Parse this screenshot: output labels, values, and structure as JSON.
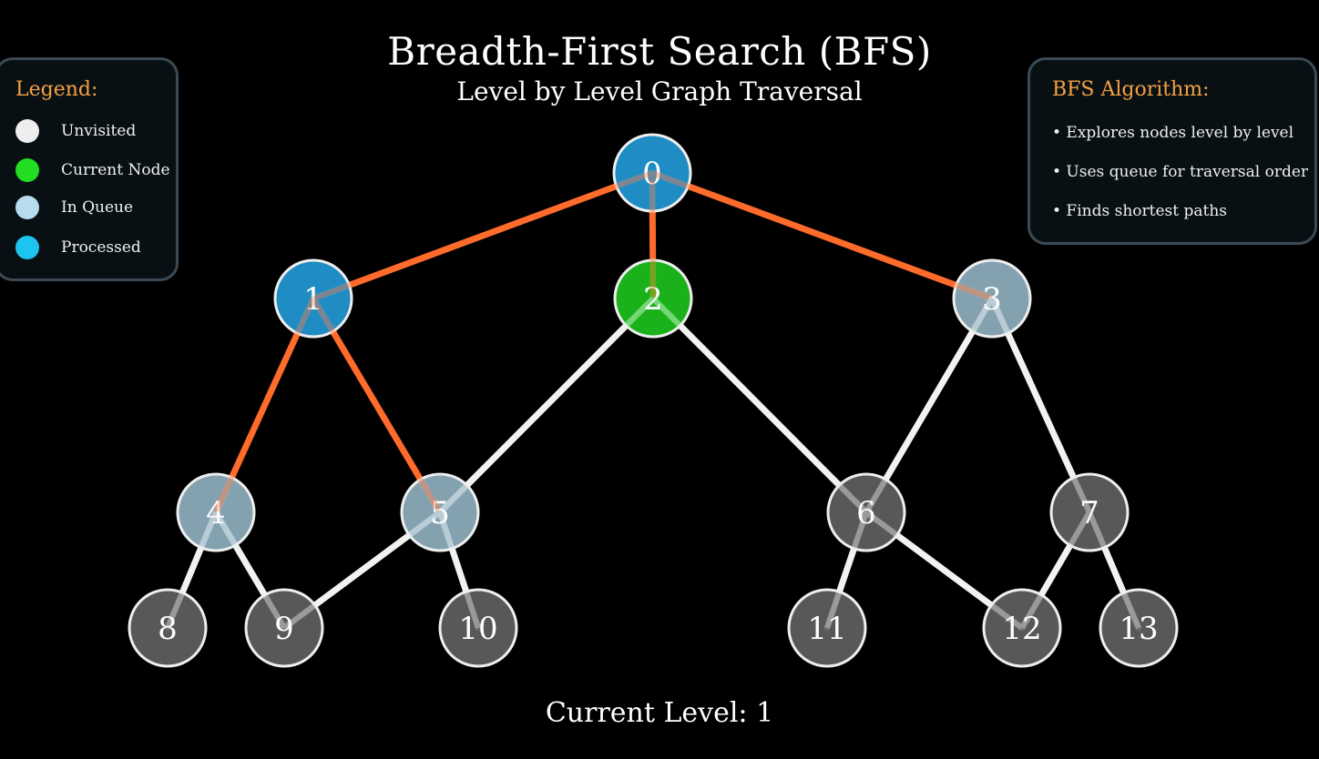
{
  "header": {
    "title": "Breadth-First Search (BFS)",
    "subtitle": "Level by Level Graph Traversal"
  },
  "legend": {
    "heading": "Legend:",
    "items": [
      {
        "label": "Unvisited",
        "color": "#eeeeee"
      },
      {
        "label": "Current Node",
        "color": "#22dd22"
      },
      {
        "label": "In Queue",
        "color": "#b8dcee"
      },
      {
        "label": "Processed",
        "color": "#1ec4f0"
      }
    ]
  },
  "algorithm": {
    "heading": "BFS Algorithm:",
    "items": [
      "• Explores nodes level by level",
      "• Uses queue for traversal order",
      "• Finds shortest paths"
    ]
  },
  "colors": {
    "processed": "#229bd8",
    "current": "#1ec41e",
    "queued": "#92b2c2",
    "unvisited": "#606060",
    "visited_edge": "#ff6b2b",
    "unvisited_edge": "#f2f2f2",
    "node_border": "#eeeeee",
    "legend_heading": "#f5a142"
  },
  "graph": {
    "nodes": [
      {
        "id": "0",
        "state": "processed"
      },
      {
        "id": "1",
        "state": "processed"
      },
      {
        "id": "2",
        "state": "current"
      },
      {
        "id": "3",
        "state": "queued"
      },
      {
        "id": "4",
        "state": "queued"
      },
      {
        "id": "5",
        "state": "queued"
      },
      {
        "id": "6",
        "state": "unvisited"
      },
      {
        "id": "7",
        "state": "unvisited"
      },
      {
        "id": "8",
        "state": "unvisited"
      },
      {
        "id": "9",
        "state": "unvisited"
      },
      {
        "id": "10",
        "state": "unvisited"
      },
      {
        "id": "11",
        "state": "unvisited"
      },
      {
        "id": "12",
        "state": "unvisited"
      },
      {
        "id": "13",
        "state": "unvisited"
      }
    ],
    "edges": [
      {
        "from": "0",
        "to": "1",
        "visited": true
      },
      {
        "from": "0",
        "to": "2",
        "visited": true
      },
      {
        "from": "0",
        "to": "3",
        "visited": true
      },
      {
        "from": "1",
        "to": "4",
        "visited": true
      },
      {
        "from": "1",
        "to": "5",
        "visited": true
      },
      {
        "from": "2",
        "to": "5",
        "visited": false
      },
      {
        "from": "2",
        "to": "6",
        "visited": false
      },
      {
        "from": "3",
        "to": "6",
        "visited": false
      },
      {
        "from": "3",
        "to": "7",
        "visited": false
      },
      {
        "from": "4",
        "to": "8",
        "visited": false
      },
      {
        "from": "4",
        "to": "9",
        "visited": false
      },
      {
        "from": "5",
        "to": "9",
        "visited": false
      },
      {
        "from": "5",
        "to": "10",
        "visited": false
      },
      {
        "from": "6",
        "to": "11",
        "visited": false
      },
      {
        "from": "6",
        "to": "12",
        "visited": false
      },
      {
        "from": "7",
        "to": "12",
        "visited": false
      },
      {
        "from": "7",
        "to": "13",
        "visited": false
      }
    ]
  },
  "status": {
    "current_level": "Current Level: 1"
  }
}
